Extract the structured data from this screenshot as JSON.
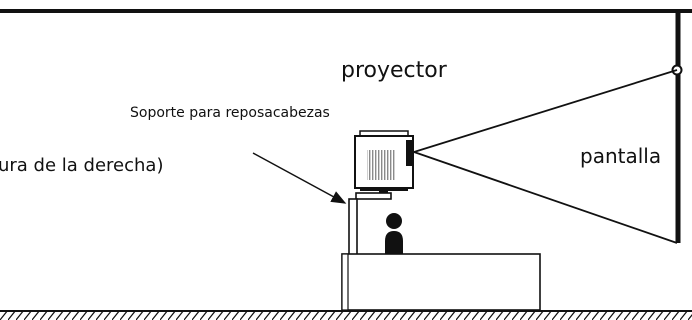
{
  "labels": {
    "projector": "proyector",
    "support": "Soporte para reposacabezas",
    "screen": "pantalla",
    "partial_text": "ura de la derecha)"
  },
  "icons": {
    "person": "person-silhouette",
    "projector": "projector-device"
  },
  "colors": {
    "line": "#111111",
    "background": "#ffffff"
  }
}
